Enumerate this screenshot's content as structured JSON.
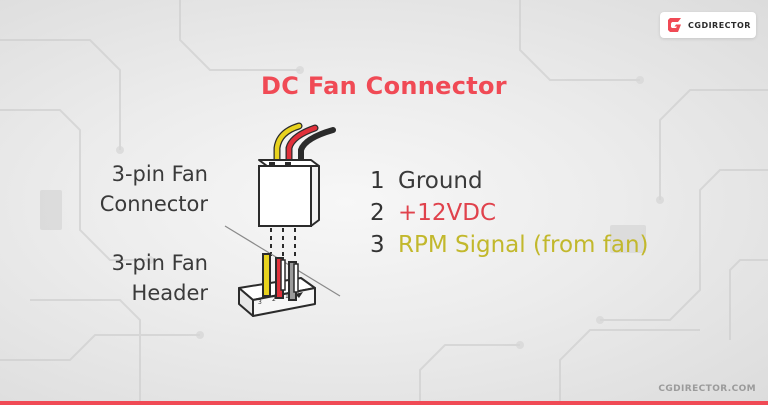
{
  "brand": {
    "logo_text": "CGDIRECTOR",
    "logo_icon": "cg-logo-icon",
    "footer_text": "CGDIRECTOR.COM",
    "accent_color": "#f04a55"
  },
  "title": "DC Fan Connector",
  "labels": {
    "connector": [
      "3-pin Fan",
      "Connector"
    ],
    "header": [
      "3-pin Fan",
      "Header"
    ]
  },
  "pins": [
    {
      "number": "1",
      "name": "Ground",
      "color": "#3a3a3a",
      "wire_color": "#3a3a3a"
    },
    {
      "number": "2",
      "name": "+12VDC",
      "color": "#e0424c",
      "wire_color": "#e0303a"
    },
    {
      "number": "3",
      "name": "RPM Signal (from fan)",
      "color": "#c2b82c",
      "wire_color": "#e8d21e"
    }
  ],
  "header_pin_labels": [
    "3",
    "2",
    "1"
  ]
}
